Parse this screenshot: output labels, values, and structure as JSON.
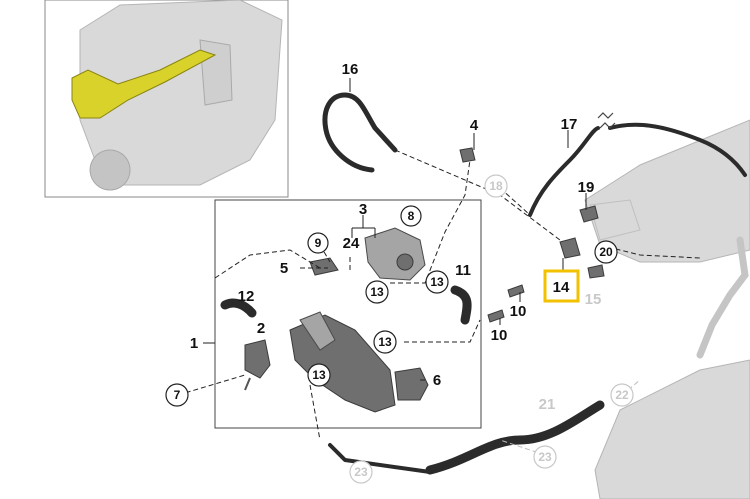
{
  "labels": {
    "l1": "1",
    "l2": "2",
    "l3": "3",
    "l4": "4",
    "l5": "5",
    "l6": "6",
    "l7": "7",
    "l8": "8",
    "l9": "9",
    "l10a": "10",
    "l10b": "10",
    "l11": "11",
    "l12": "12",
    "l13a": "13",
    "l13b": "13",
    "l13c": "13",
    "l13d": "13",
    "l14": "14",
    "l15": "15",
    "l16": "16",
    "l17": "17",
    "l18": "18",
    "l19": "19",
    "l20": "20",
    "l21": "21",
    "l22": "22",
    "l23a": "23",
    "l23b": "23",
    "l24": "24"
  },
  "colors": {
    "highlight_box": "#f2c200",
    "highlight_part": "#c9c21a",
    "line": "#222222",
    "grey_label": "#c8c8c8"
  },
  "highlighted_part": "14"
}
